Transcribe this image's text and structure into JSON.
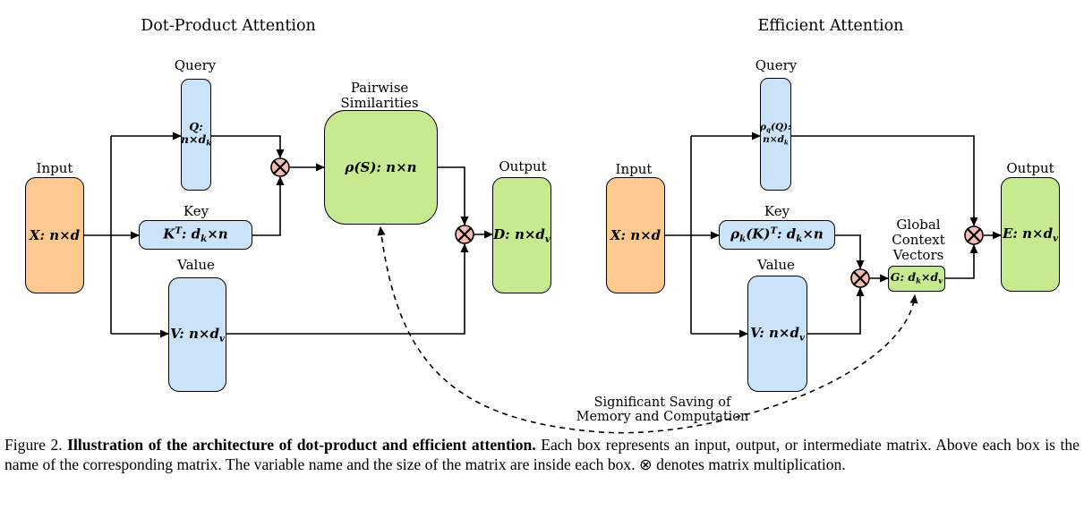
{
  "colors": {
    "orange": "#FDC98F",
    "blue": "#CAE3F8",
    "green": "#C7E98F",
    "pink": "#F5BCB4"
  },
  "left": {
    "title": "Dot-Product Attention",
    "input": {
      "label": "Input",
      "value": [
        {
          "text": "X: n×d"
        }
      ]
    },
    "query": {
      "label": "Query",
      "line1": [
        {
          "text": "Q:"
        }
      ],
      "line2": [
        {
          "text": "n×d"
        },
        {
          "text": "k",
          "style": "sub"
        }
      ]
    },
    "key": {
      "label": "Key",
      "value": [
        {
          "text": "K"
        },
        {
          "text": "T",
          "style": "sup"
        },
        {
          "text": ": d"
        },
        {
          "text": "k",
          "style": "sub"
        },
        {
          "text": "×n"
        }
      ]
    },
    "value": {
      "label": "Value",
      "value": [
        {
          "text": "V: n×d"
        },
        {
          "text": "v",
          "style": "sub"
        }
      ]
    },
    "similarities": {
      "label_line1": "Pairwise",
      "label_line2": "Similarities",
      "value": [
        {
          "text": "ρ(S): n×n"
        }
      ]
    },
    "output": {
      "label": "Output",
      "value": [
        {
          "text": "D: n×d"
        },
        {
          "text": "v",
          "style": "sub"
        }
      ]
    }
  },
  "right": {
    "title": "Efficient Attention",
    "input": {
      "label": "Input",
      "value": [
        {
          "text": "X: n×d"
        }
      ]
    },
    "query": {
      "label": "Query",
      "line1": [
        {
          "text": "ρ"
        },
        {
          "text": "q",
          "style": "sub"
        },
        {
          "text": "(Q):"
        }
      ],
      "line2": [
        {
          "text": "n×d"
        },
        {
          "text": "k",
          "style": "sub"
        }
      ]
    },
    "key": {
      "label": "Key",
      "value": [
        {
          "text": "ρ"
        },
        {
          "text": "k",
          "style": "sub"
        },
        {
          "text": "(K)"
        },
        {
          "text": "T",
          "style": "sup"
        },
        {
          "text": ": d"
        },
        {
          "text": "k",
          "style": "sub"
        },
        {
          "text": "×n"
        }
      ]
    },
    "value": {
      "label": "Value",
      "value": [
        {
          "text": "V: n×d"
        },
        {
          "text": "v",
          "style": "sub"
        }
      ]
    },
    "context": {
      "label_line1": "Global",
      "label_line2": "Context",
      "label_line3": "Vectors",
      "value": [
        {
          "text": "G: d"
        },
        {
          "text": "k",
          "style": "sub"
        },
        {
          "text": "×d"
        },
        {
          "text": "v",
          "style": "sub"
        }
      ]
    },
    "output": {
      "label": "Output",
      "value": [
        {
          "text": "E: n×d"
        },
        {
          "text": "v",
          "style": "sub"
        }
      ]
    }
  },
  "annotation": {
    "line1": "Significant Saving of",
    "line2": "Memory and Computation"
  },
  "caption": {
    "prefix": "Figure 2. ",
    "bold": "Illustration of the architecture of dot-product and efficient attention.",
    "rest": " Each box represents an input, output, or intermediate matrix. Above each box is the name of the corresponding matrix. The variable name and the size of the matrix are inside each box. ⊗ denotes matrix multiplication."
  }
}
